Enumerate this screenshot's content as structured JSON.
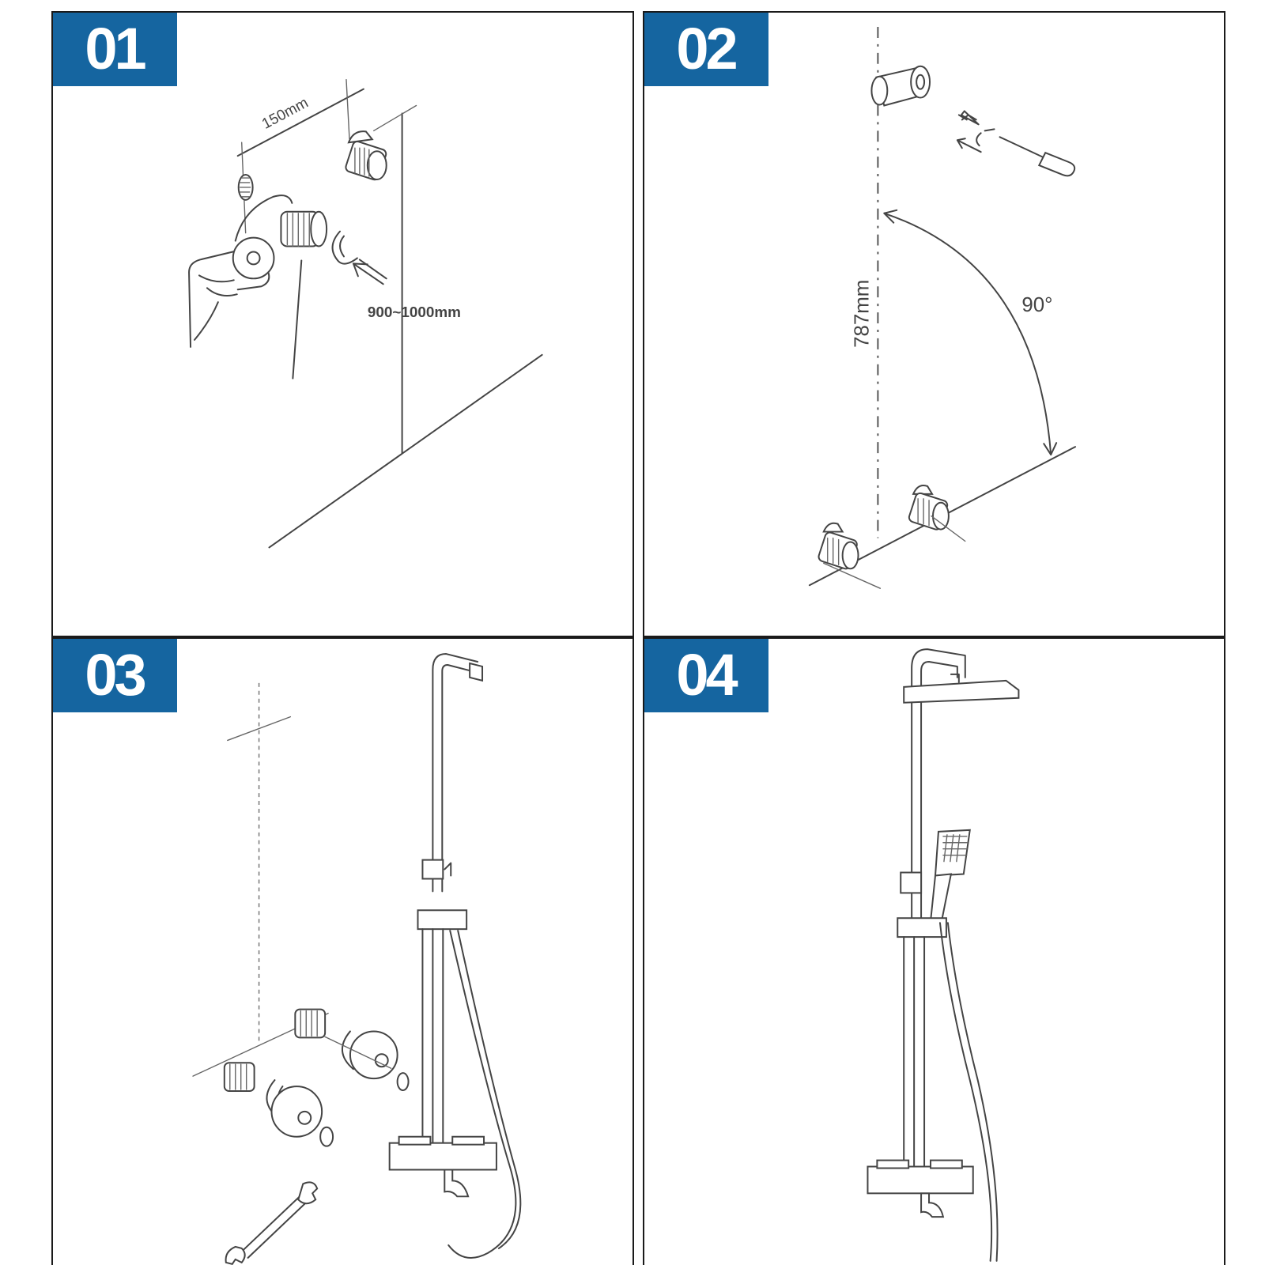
{
  "colors": {
    "badge": "#1565a0",
    "line": "#444444",
    "frame": "#1a1a1a"
  },
  "steps": [
    {
      "number": "01",
      "labels": {
        "spacing": "150mm",
        "height": "900~1000mm"
      }
    },
    {
      "number": "02",
      "labels": {
        "height": "787mm",
        "angle": "90°"
      }
    },
    {
      "number": "03"
    },
    {
      "number": "04"
    }
  ]
}
